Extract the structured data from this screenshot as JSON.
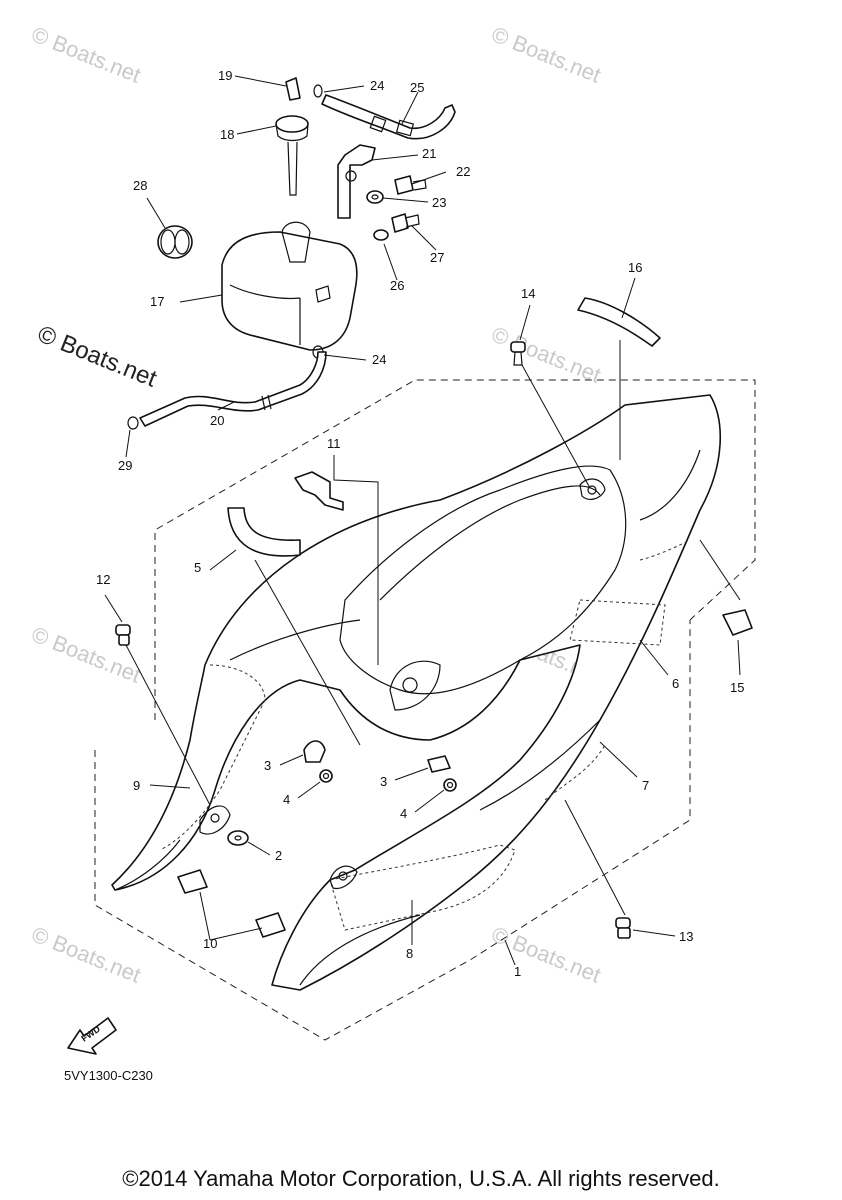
{
  "watermarks": {
    "small": "© Boats.net",
    "large": "© Boats.net"
  },
  "callouts": [
    "1",
    "2",
    "3",
    "3",
    "4",
    "4",
    "5",
    "6",
    "7",
    "8",
    "9",
    "10",
    "11",
    "12",
    "13",
    "14",
    "15",
    "16",
    "17",
    "18",
    "19",
    "20",
    "21",
    "22",
    "23",
    "24",
    "24",
    "25",
    "26",
    "27",
    "28",
    "29"
  ],
  "fwd_label": "FWD",
  "diagram_code": "5VY1300-C230",
  "copyright": "©2014 Yamaha Motor Corporation, U.S.A. All rights reserved."
}
